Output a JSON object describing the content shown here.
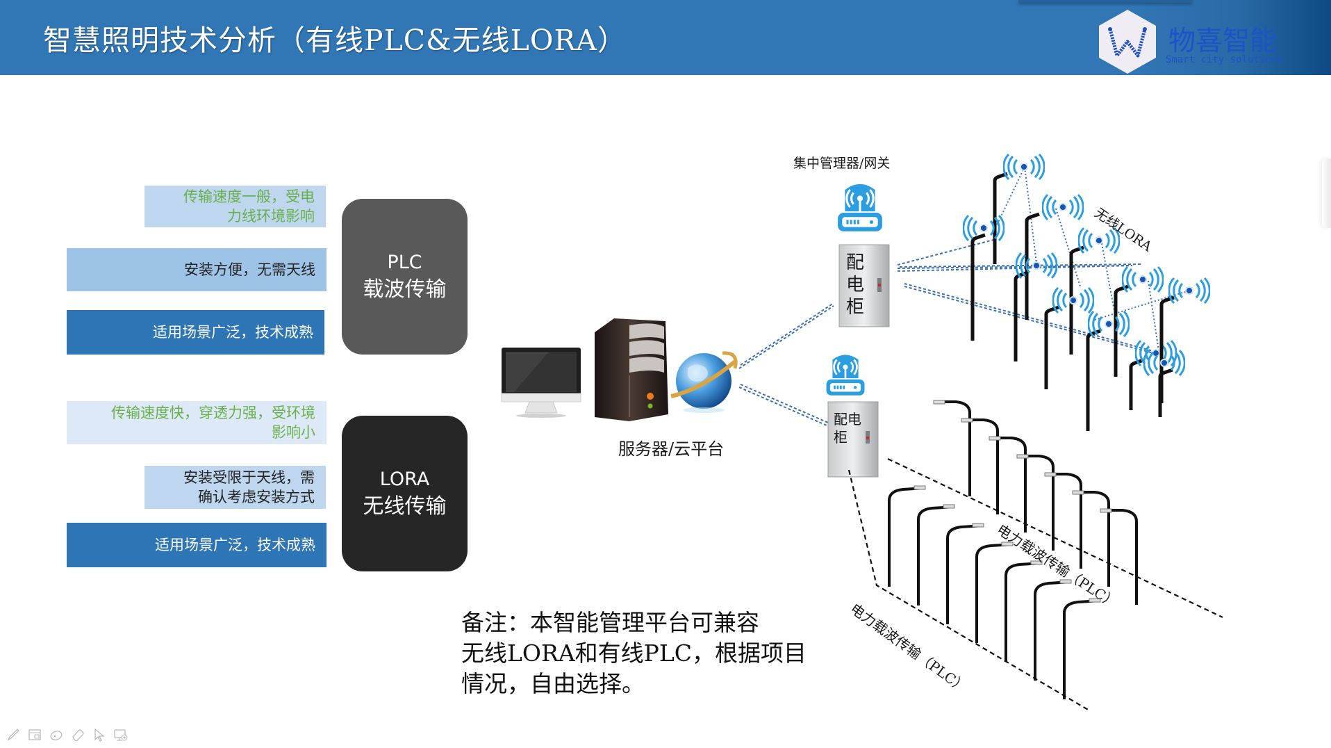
{
  "header": {
    "title": "智慧照明技术分析（有线PLC&无线LORA）",
    "brand": {
      "name": "物喜智能",
      "tagline": "Smart city solutions",
      "logo_icon": "hexagon-w-logo"
    }
  },
  "colors": {
    "header_blue": "#3177b5",
    "brand_blue": "#1c53c9",
    "feature_green_text": "#6ab04c",
    "plc_box": "#595959",
    "lora_box": "#262626",
    "dark_feature": "#2e75b6",
    "wifi_blue": "#2a9ee0"
  },
  "plc": {
    "title_line1": "PLC",
    "title_line2": "载波传输",
    "features": [
      {
        "text": "传输速度一般，受电力线环境影响",
        "line1": "传输速度一般，受电",
        "line2": "力线环境影响",
        "tone": "drawback"
      },
      {
        "text": "安装方便，无需天线",
        "tone": "advantage"
      },
      {
        "text": "适用场景广泛，技术成熟",
        "tone": "highlight"
      }
    ]
  },
  "lora": {
    "title_line1": "LORA",
    "title_line2": "无线传输",
    "features": [
      {
        "text": "传输速度快，穿透力强，受环境影响小",
        "line1": "传输速度快，穿透力强，受环境",
        "line2": "影响小",
        "tone": "advantage"
      },
      {
        "text": "安装受限于天线，需确认考虑安装方式",
        "line1": "安装受限于天线，需",
        "line2": "确认考虑安装方式",
        "tone": "drawback"
      },
      {
        "text": "适用场景广泛，技术成熟",
        "tone": "highlight"
      }
    ]
  },
  "diagram": {
    "server_label": "服务器/云平台",
    "gateway_label": "集中管理器/网关",
    "cabinet_label_1": "配电柜",
    "cabinet_label_1_chars": [
      "配",
      "电",
      "柜"
    ],
    "cabinet_label_2": "配电柜",
    "cabinet_label_2_chars": [
      "配电",
      "柜"
    ],
    "wireless_label": "无线LORA",
    "plc_line_label_1": "电力载波传输（PLC）",
    "plc_line_label_2": "电力载波传输（PLC）",
    "nodes": {
      "computer": "monitor-icon",
      "server": "server-tower-icon",
      "cloud": "globe-icon",
      "gateway": "wireless-router-icon",
      "cabinet": "distribution-cabinet-icon",
      "lora_lamp": "wifi-signal-icon",
      "plc_lamp": "street-lamp-icon"
    },
    "lora_lamp_count": 11,
    "plc_row1_lamp_count": 7,
    "plc_row2_lamp_count": 7
  },
  "note": {
    "line1": "备注：本智能管理平台可兼容",
    "line2": "无线LORA和有线PLC，根据项目",
    "line3": "情况，自由选择。"
  },
  "toolbar": {
    "tools": [
      "pen-icon",
      "slides-grid-icon",
      "disc-icon",
      "eraser-icon",
      "pointer-icon",
      "screen-settings-icon"
    ]
  }
}
